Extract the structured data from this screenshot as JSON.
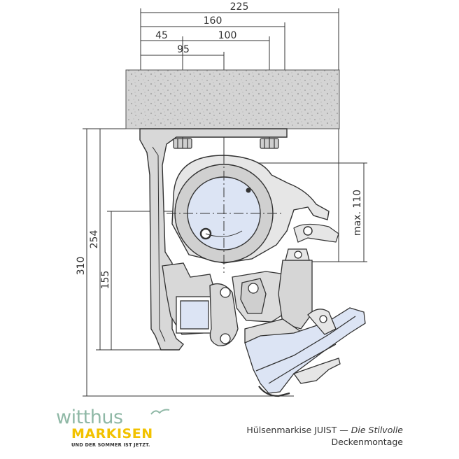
{
  "dimensions": {
    "d225": "225",
    "d160": "160",
    "d45": "45",
    "d100": "100",
    "d95": "95",
    "d310": "310",
    "d254": "254",
    "d155": "155",
    "dmax110": "max. 110"
  },
  "brand": {
    "name_top": "witthus",
    "name_bottom": "MARKISEN",
    "slogan": "UND DER SOMMER IST JETZT.",
    "accent_green": "#8fb8a6",
    "accent_yellow": "#f2c200",
    "bird_icon": "seagull-icon"
  },
  "caption": {
    "product": "Hülsenmarkise JUIST —",
    "tagline": "Die Stilvolle",
    "mounting": "Deckenmontage"
  }
}
